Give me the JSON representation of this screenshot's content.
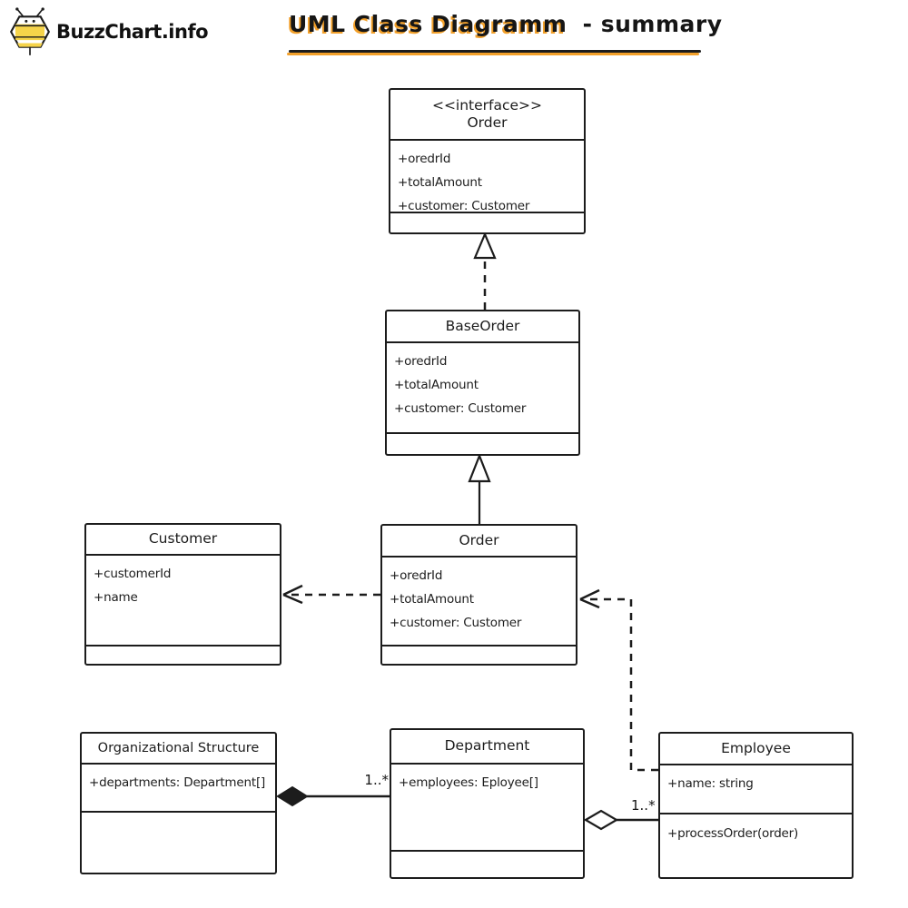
{
  "brand": {
    "name": "BuzzChart.info"
  },
  "title": {
    "highlight": "UML Class Diagramm",
    "suffix": "- summary"
  },
  "colors": {
    "accent_orange": "#F2A02A",
    "bee_yellow": "#F6D44A",
    "ink": "#1C1C1C",
    "background": "#FFFFFF"
  },
  "classes": [
    {
      "id": "interface-order",
      "stereotype": "<<interface>>",
      "name": "Order",
      "attributes": [
        "+oredrId",
        "+totalAmount",
        "+customer: Customer"
      ],
      "methods": []
    },
    {
      "id": "base-order",
      "stereotype": "",
      "name": "BaseOrder",
      "attributes": [
        "+oredrId",
        "+totalAmount",
        "+customer: Customer"
      ],
      "methods": []
    },
    {
      "id": "order",
      "stereotype": "",
      "name": "Order",
      "attributes": [
        "+oredrId",
        "+totalAmount",
        "+customer: Customer"
      ],
      "methods": []
    },
    {
      "id": "customer",
      "stereotype": "",
      "name": "Customer",
      "attributes": [
        "+customerId",
        "+name"
      ],
      "methods": []
    },
    {
      "id": "org-structure",
      "stereotype": "",
      "name": "Organizational Structure",
      "attributes": [
        "+departments: Department[]"
      ],
      "methods": []
    },
    {
      "id": "department",
      "stereotype": "",
      "name": "Department",
      "attributes": [
        "+employees: Eployee[]"
      ],
      "methods": []
    },
    {
      "id": "employee",
      "stereotype": "",
      "name": "Employee",
      "attributes": [
        "+name: string"
      ],
      "methods": [
        "+processOrder(order)"
      ]
    }
  ],
  "relationships": [
    {
      "type": "realization",
      "from": "BaseOrder",
      "to": "Order (interface)",
      "style": "dashed, hollow triangle"
    },
    {
      "type": "inheritance",
      "from": "Order",
      "to": "BaseOrder",
      "style": "solid, hollow triangle"
    },
    {
      "type": "dependency",
      "from": "Order",
      "to": "Customer",
      "style": "dashed, open arrow"
    },
    {
      "type": "dependency",
      "from": "Employee",
      "to": "Order",
      "style": "dashed, open arrow"
    },
    {
      "type": "composition",
      "from": "Organizational Structure",
      "to": "Department",
      "multiplicity": "1..*"
    },
    {
      "type": "aggregation",
      "from": "Department",
      "to": "Employee",
      "multiplicity": "1..*"
    }
  ]
}
